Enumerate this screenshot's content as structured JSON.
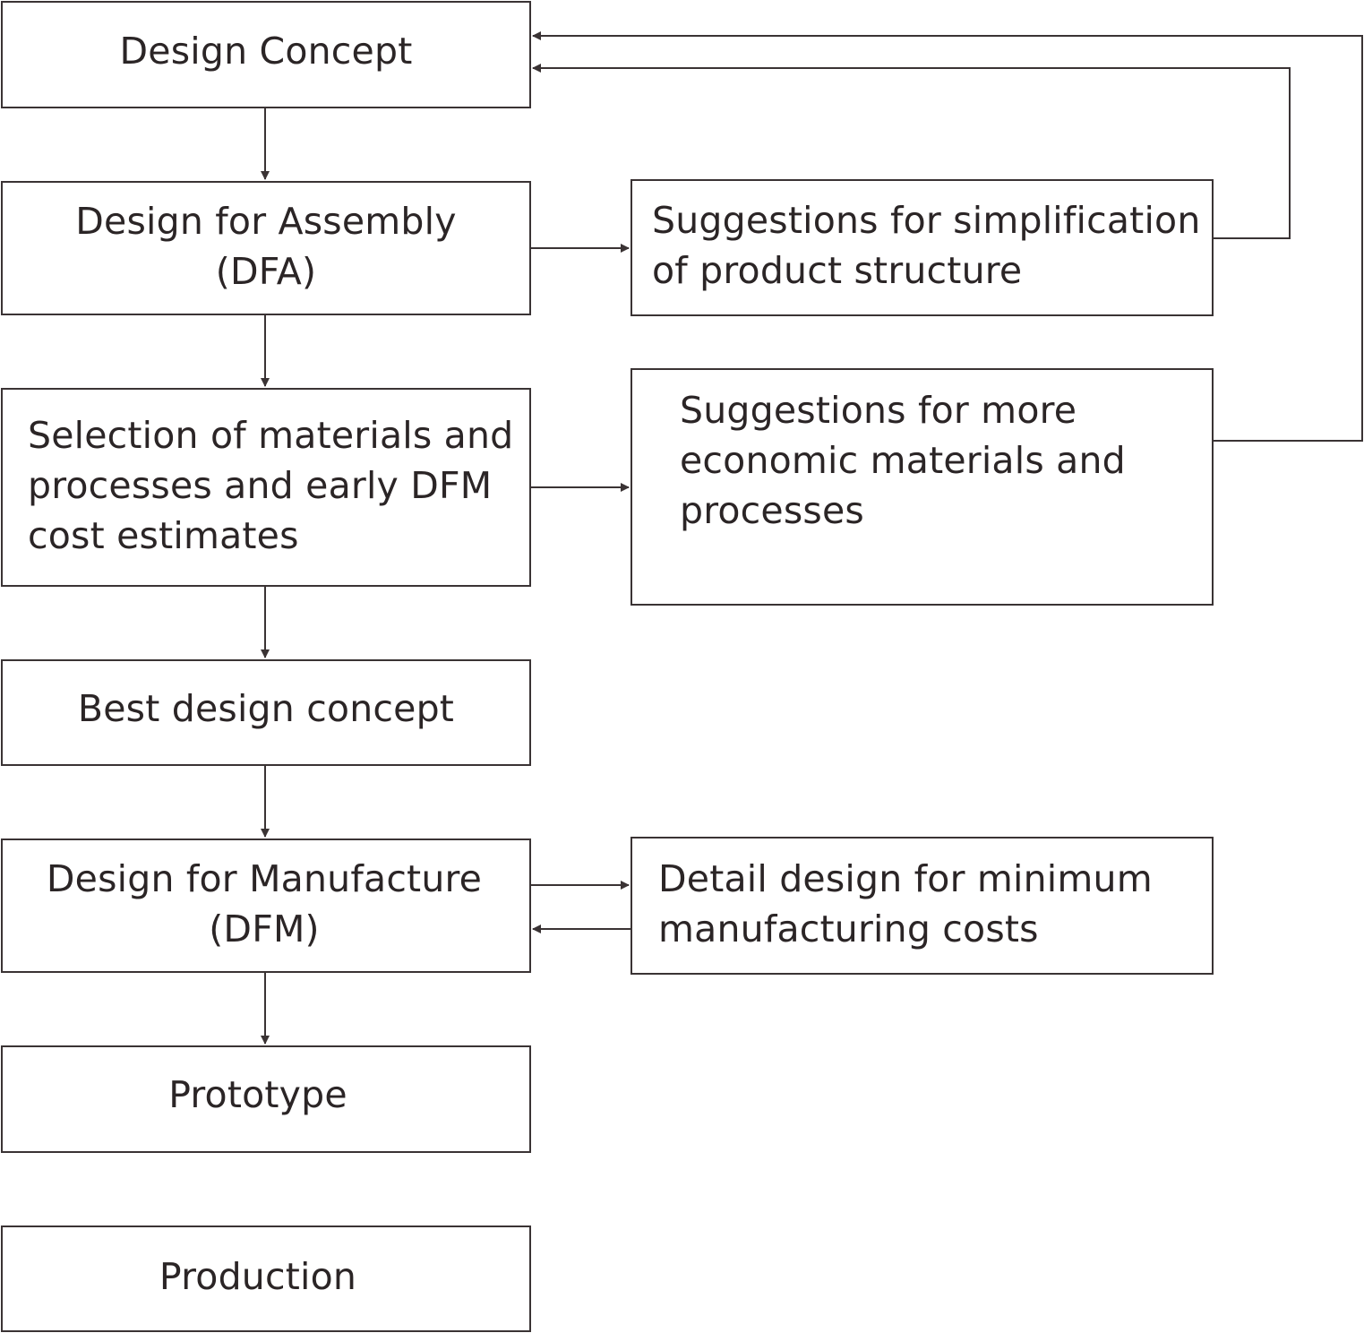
{
  "diagram": {
    "nodes": {
      "design_concept": "Design Concept",
      "dfa": "Design for Assembly\n(DFA)",
      "selection": "Selection of materials and\nprocesses and early DFM\ncost estimates",
      "best_design": "Best design concept",
      "dfm": "Design for Manufacture\n(DFM)",
      "prototype": "Prototype",
      "production": "Production",
      "simplification": "Suggestions for simplification\nof product structure",
      "economic": "Suggestions for more\neconomic materials and\nprocesses",
      "detail_design": "Detail design for minimum\nmanufacturing costs"
    },
    "edges": [
      {
        "from": "design_concept",
        "to": "dfa"
      },
      {
        "from": "dfa",
        "to": "selection"
      },
      {
        "from": "selection",
        "to": "best_design"
      },
      {
        "from": "best_design",
        "to": "dfm"
      },
      {
        "from": "dfm",
        "to": "prototype"
      },
      {
        "from": "dfa",
        "to": "simplification"
      },
      {
        "from": "selection",
        "to": "economic"
      },
      {
        "from": "dfm",
        "to": "detail_design"
      },
      {
        "from": "detail_design",
        "to": "dfm"
      },
      {
        "from": "simplification",
        "to": "design_concept"
      },
      {
        "from": "economic",
        "to": "design_concept"
      }
    ],
    "colors": {
      "line": "#3a3334",
      "text": "#2b2526",
      "background": "#ffffff"
    }
  }
}
